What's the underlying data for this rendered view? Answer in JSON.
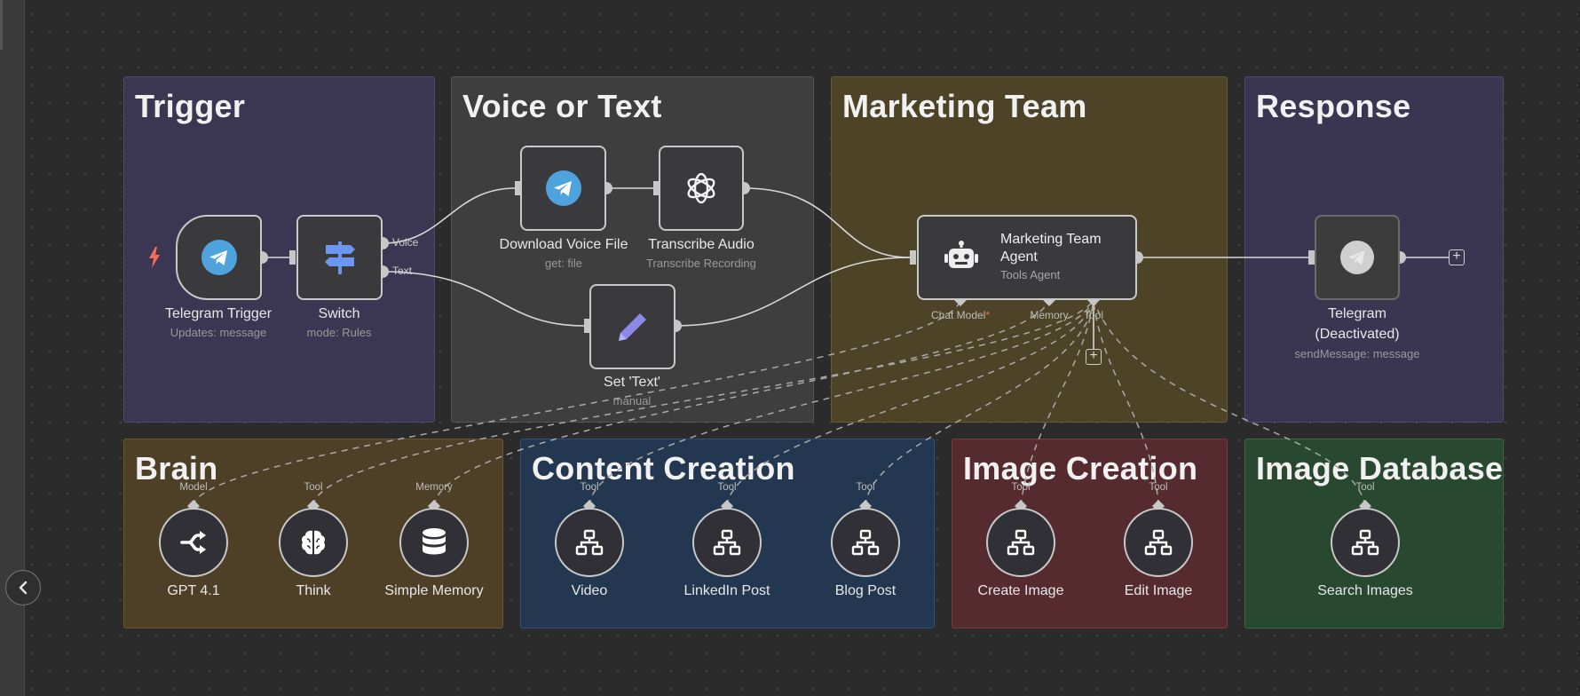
{
  "groups": {
    "trigger": "Trigger",
    "voice_or_text": "Voice or Text",
    "marketing_team": "Marketing Team",
    "response": "Response",
    "brain": "Brain",
    "content_creation": "Content Creation",
    "image_creation": "Image Creation",
    "image_database": "Image Database"
  },
  "colors": {
    "canvas": "#2b2b2b",
    "trigger_group": "#3b3752",
    "voice_group": "#3e3e3e",
    "marketing_group": "#4d4427",
    "response_group": "#3a3652",
    "brain_group": "#4e4026",
    "content_group": "#233750",
    "image_creation_group": "#562b30",
    "image_database_group": "#28482f",
    "telegram_blue": "#4fa3dc",
    "switch_blue": "#6a98f0",
    "set_purple": "#8b88e8",
    "trigger_bolt": "#f26c5a"
  },
  "nodes": {
    "telegram_trigger": {
      "label": "Telegram Trigger",
      "sub": "Updates: message",
      "icon": "telegram-icon"
    },
    "switch": {
      "label": "Switch",
      "sub": "mode: Rules",
      "icon": "signpost-icon",
      "outputs": [
        "Voice",
        "Text"
      ]
    },
    "download_voice": {
      "label": "Download Voice File",
      "sub": "get: file",
      "icon": "telegram-icon"
    },
    "transcribe": {
      "label": "Transcribe Audio",
      "sub": "Transcribe Recording",
      "icon": "openai-icon"
    },
    "set_text": {
      "label": "Set 'Text'",
      "sub": "manual",
      "icon": "pencil-icon"
    },
    "agent": {
      "label_line1": "Marketing Team",
      "label_line2": "Agent",
      "sub": "Tools Agent",
      "icon": "robot-icon",
      "ports": {
        "chat_model": "Chat Model",
        "required": "*",
        "memory": "Memory",
        "tool": "Tool"
      }
    },
    "telegram_response": {
      "label_line1": "Telegram",
      "label_line2": "(Deactivated)",
      "sub": "sendMessage: message",
      "icon": "telegram-icon"
    },
    "gpt": {
      "label": "GPT 4.1",
      "port": "Model",
      "icon": "openrouter-icon"
    },
    "think": {
      "label": "Think",
      "port": "Tool",
      "icon": "brain-icon"
    },
    "memory": {
      "label": "Simple Memory",
      "port": "Memory",
      "icon": "database-icon"
    },
    "video": {
      "label": "Video",
      "port": "Tool",
      "icon": "workflow-icon"
    },
    "linkedin": {
      "label": "LinkedIn Post",
      "port": "Tool",
      "icon": "workflow-icon"
    },
    "blog": {
      "label": "Blog Post",
      "port": "Tool",
      "icon": "workflow-icon"
    },
    "create_image": {
      "label": "Create Image",
      "port": "Tool",
      "icon": "workflow-icon"
    },
    "edit_image": {
      "label": "Edit Image",
      "port": "Tool",
      "icon": "workflow-icon"
    },
    "search_images": {
      "label": "Search Images",
      "port": "Tool",
      "icon": "workflow-icon"
    }
  }
}
